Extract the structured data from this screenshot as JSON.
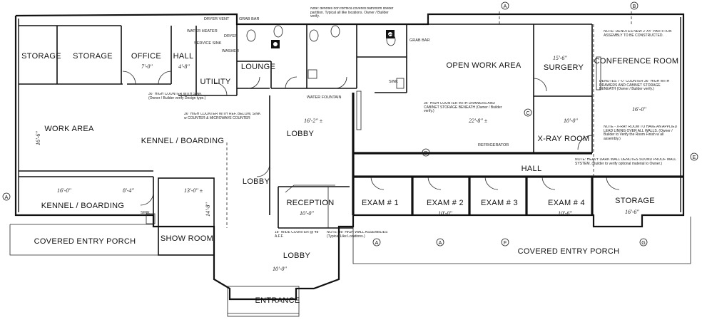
{
  "rooms": {
    "storage_1": "STORAGE",
    "storage_2": "STORAGE",
    "office": "OFFICE",
    "hall_top": "HALL",
    "utility": "UTILITY",
    "lounge": "LOUNGE",
    "open_work_area": "OPEN WORK AREA",
    "surgery": "SURGERY",
    "conference_room": "CONFERENCE ROOM",
    "work_area": "WORK AREA",
    "kennel_boarding_upper": "KENNEL / BOARDING",
    "lobby_center": "LOBBY",
    "x_ray_room": "X-RAY ROOM",
    "hall_right": "HALL",
    "kennel_boarding_lower": "KENNEL / BOARDING",
    "lobby_left": "LOBBY",
    "reception": "RECEPTION",
    "exam_1": "EXAM # 1",
    "exam_2": "EXAM # 2",
    "exam_3": "EXAM # 3",
    "exam_4": "EXAM # 4",
    "storage_right": "STORAGE",
    "show_room": "SHOW ROOM",
    "covered_entry_porch_left": "COVERED ENTRY PORCH",
    "covered_entry_porch_right": "COVERED ENTRY PORCH",
    "lobby_bottom": "LOBBY",
    "entrance": "ENTRANCE"
  },
  "fixtures": {
    "dryer_vent": "DRYER VENT",
    "grab_bar_top": "GRAB BAR",
    "grab_bar_right": "GRAB BAR",
    "water_heater": "WATER HEATER",
    "dryer": "DRYER",
    "service_sink": "SERVICE SINK",
    "washer": "WASHER",
    "water_fountain": "WATER FOUNTAIN",
    "sink_top": "SINK",
    "sink_bottom": "SINK",
    "refrigerator": "REFRIGERATOR"
  },
  "notes": {
    "partition_note": "Note: denotes non formica covered bathroom divider partition. Typical all like locations. Owner / Builder verify.",
    "counter_sink": "36\" HIGH COUNTER WITH SINK (Owner / Builder verify Design type.)",
    "counter_ref": "36\" HIGH COUNTER WITH REF. BELOW, SINK w COUNTER & MICROWAVE COUNTER",
    "counter_drawers": "36\" HIGH COUNTER WITH DRAWERS AND CABINET STORAGE BENEATH (Owner / Builder verify.)",
    "new_partition": "NOTE: DENOTES NEW 2\"X4\" PARTITION ASSEMBLY TO BE CONSTRUCTED.",
    "counter_surgery": "DENOTES 7'-0\" COUNTER 36\" HIGH WITH DRAWERS AND CABINET STORAGE BENEATH (Owner / Builder verify.)",
    "xray_lead": "NOTE - X-RAY ROOM TO HAVE AN APPLIED LEAD LINING OVER ALL WALLS. (Owner / Builder to Verify the Room Finish w all assembly.)",
    "sound_proof": "NOTE: HEAVY DARK WALL DENOTES SOUND PROOF WALL SYSTEM. (Builder to verify optional material to Owner.)",
    "wide_counter": "18\" WIDE COUNTER @ 48\" A.F.F.",
    "high_wall": "NOTE: 48\" HIGH WALL ASSEMBLIES (Typical Like Locations.)"
  },
  "dimensions": {
    "office": "7'-0\"",
    "hall_top": "4'-8\"",
    "lobby_center": "16'-2\" ±",
    "open_work": "22'-8\" ±",
    "surgery": "15'-6\"",
    "xray": "10'-0\"",
    "conference": "16'-0\"",
    "work_area": "16'-6\"",
    "kennel_lower_a": "16'-0\"",
    "kennel_lower_b": "8'-4\"",
    "show_room_a": "13'-0\" ±",
    "show_room_b": "14'-8\"",
    "lobby_bottom": "10'-0\"",
    "exam_2": "10'-0\"",
    "storage_right": "16'-6\"",
    "exam_4": "10'-6\"",
    "reception": "10'-0\""
  },
  "grid_markers": [
    "A",
    "A",
    "A",
    "A",
    "B",
    "C",
    "D",
    "E",
    "F",
    "G"
  ]
}
